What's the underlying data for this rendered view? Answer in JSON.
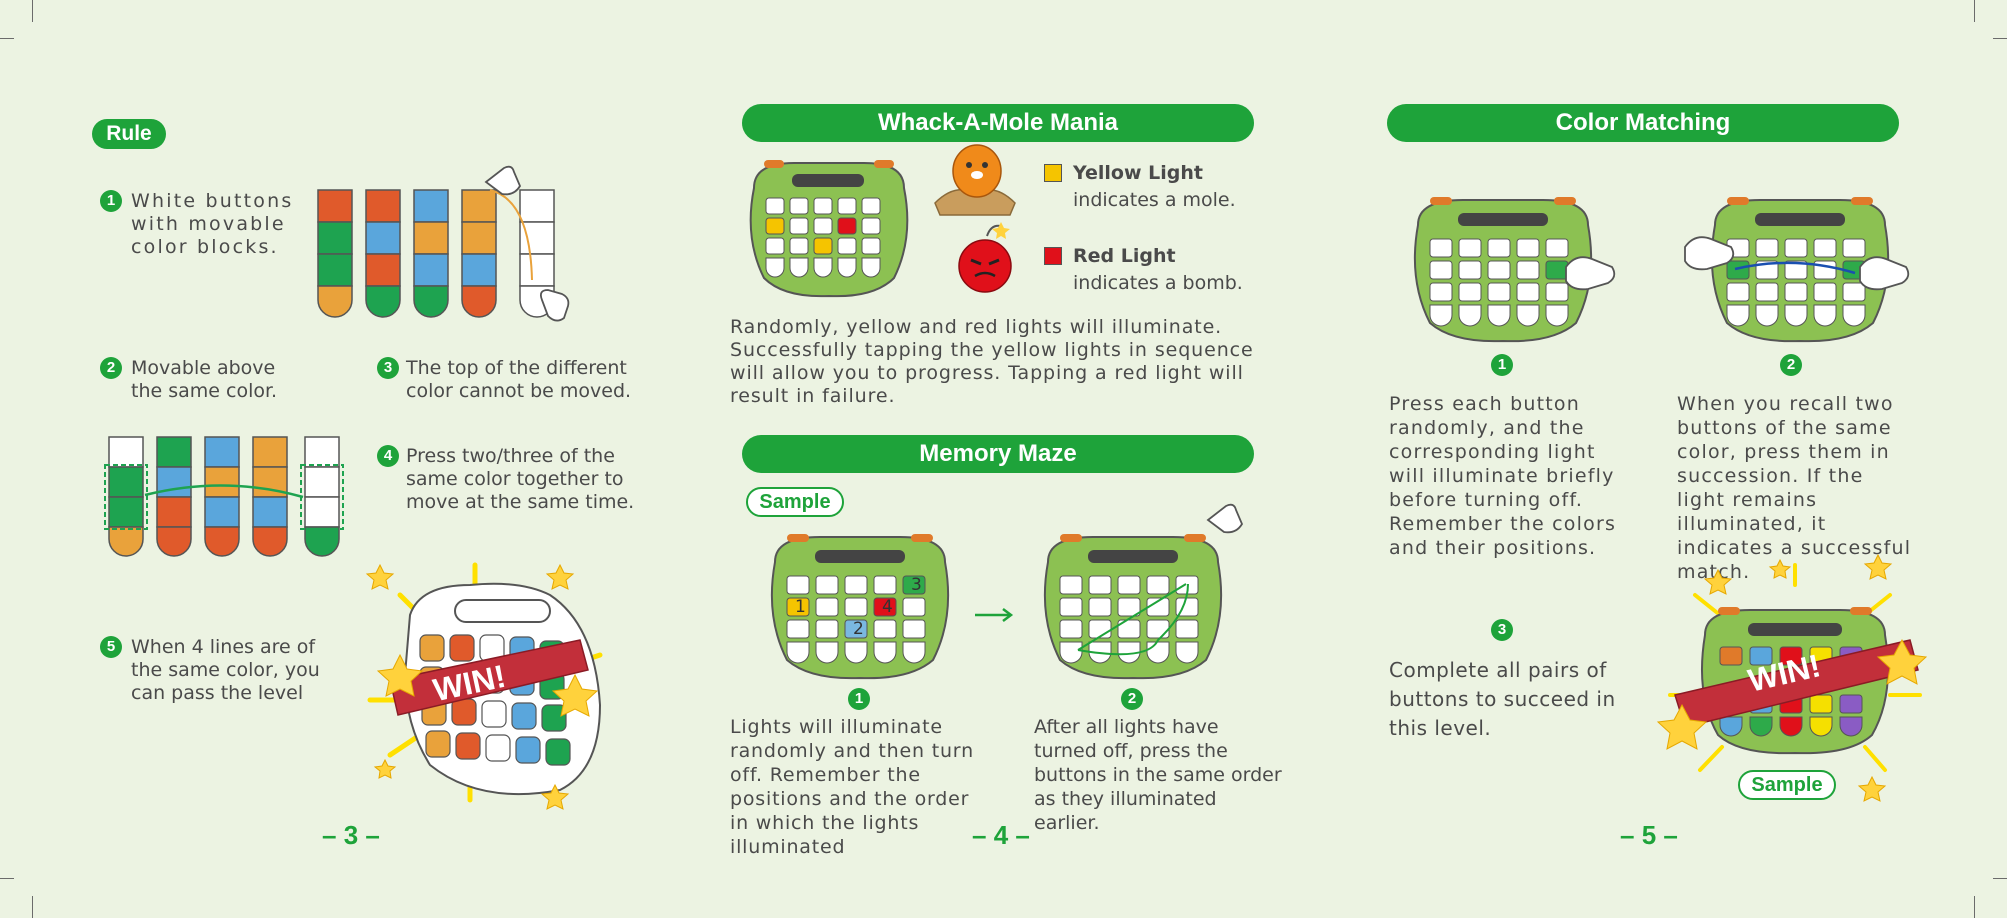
{
  "page3": {
    "rule_label": "Rule",
    "steps": [
      {
        "num": "1",
        "text": "White buttons with movable color blocks."
      },
      {
        "num": "2",
        "text": "Movable above the same color."
      },
      {
        "num": "3",
        "text": "The top of the different color cannot be moved."
      },
      {
        "num": "4",
        "text": "Press two/three of the same color together to move at the same time."
      },
      {
        "num": "5",
        "text": "When 4 lines are of the same color, you can pass the level"
      }
    ],
    "win_label": "WIN!",
    "page_number": "3"
  },
  "page4": {
    "whack": {
      "title": "Whack-A-Mole Mania",
      "yellow_title": "Yellow Light",
      "yellow_desc": "indicates a mole.",
      "red_title": "Red Light",
      "red_desc": "indicates a bomb.",
      "description": "Randomly, yellow and red lights will illuminate. Successfully tapping the yellow lights in sequence will allow you to progress. Tapping a red light will result in failure."
    },
    "memory": {
      "title": "Memory Maze",
      "sample_label": "Sample",
      "cells": [
        "1",
        "2",
        "3",
        "4"
      ],
      "step1_num": "1",
      "step1_text": "Lights will illuminate randomly and then turn off. Remember the positions and the order in which the lights illuminated",
      "step2_num": "2",
      "step2_text": "After all lights have turned off, press the buttons in the same order as they illuminated earlier."
    },
    "page_number": "4"
  },
  "page5": {
    "title": "Color Matching",
    "step1_num": "1",
    "step1_text": "Press each button randomly, and the corresponding light will illuminate briefly before turning off. Remember the colors and their positions.",
    "step2_num": "2",
    "step2_text": "When you recall two buttons of the same color, press them in succession. If the light remains illuminated, it indicates a successful match.",
    "step3_num": "3",
    "step3_text": "Complete all pairs of buttons to succeed in this level.",
    "win_label": "WIN!",
    "sample_label": "Sample",
    "page_number": "5"
  },
  "colors": {
    "green": "#1ea33a",
    "orange": "#e9a23b",
    "red": "#e05a2b",
    "blue": "#5aa6dc",
    "yellow": "#f5c400",
    "device_green": "#8cc152"
  }
}
